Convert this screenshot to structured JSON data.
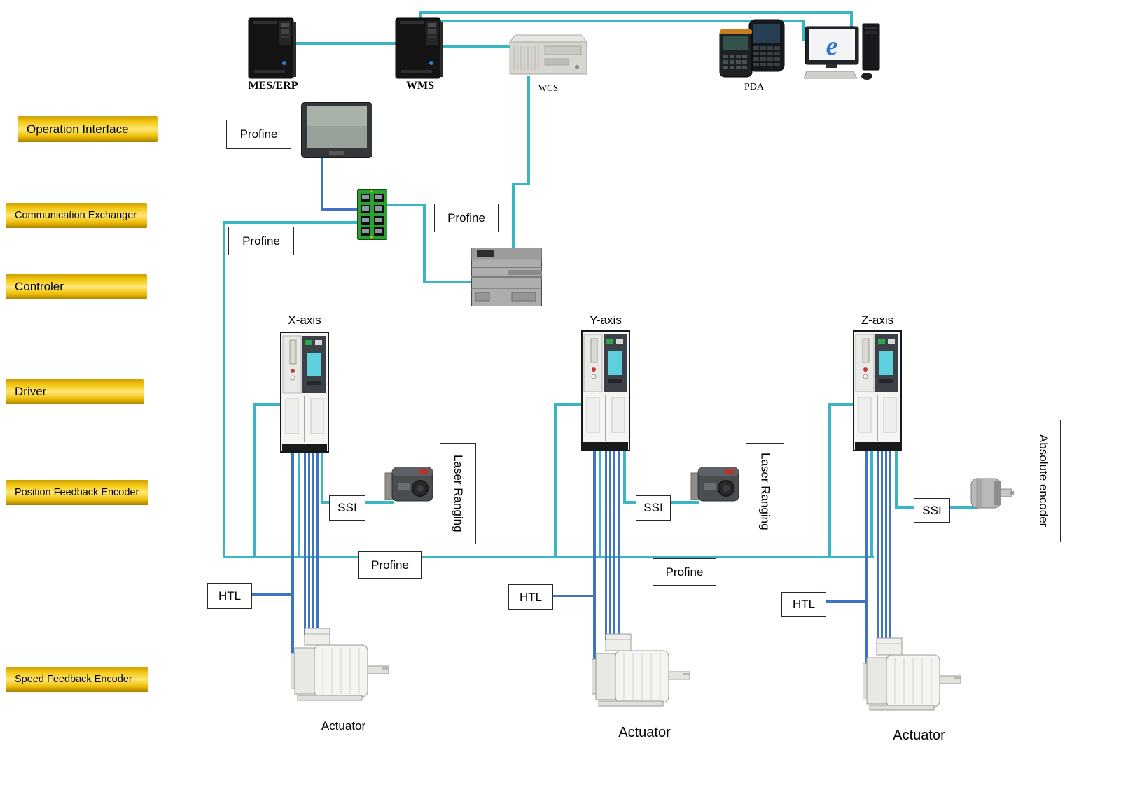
{
  "colors": {
    "teal": "#3ab5c3",
    "blue": "#4173c4",
    "gold": "#f0c11a"
  },
  "top_devices": [
    {
      "label": "MES/ERP"
    },
    {
      "label": "WMS"
    },
    {
      "label": "WCS"
    },
    {
      "label": "PDA"
    }
  ],
  "side_labels": [
    "Operation Interface",
    "Communication Exchanger",
    "Controler",
    "Driver",
    "Position Feedback Encoder",
    "Speed Feedback Encoder"
  ],
  "wire_labels": {
    "profine": "Profine",
    "ssi": "SSI",
    "htl": "HTL",
    "laser_ranging": "Laser Ranging",
    "absolute_encoder": "Absolute encoder"
  },
  "axes": [
    {
      "name": "X-axis",
      "actuator": "Actuator"
    },
    {
      "name": "Y-axis",
      "actuator": "Actuator"
    },
    {
      "name": "Z-axis",
      "actuator": "Actuator"
    }
  ],
  "misc": {
    "ie_glyph": "e"
  }
}
